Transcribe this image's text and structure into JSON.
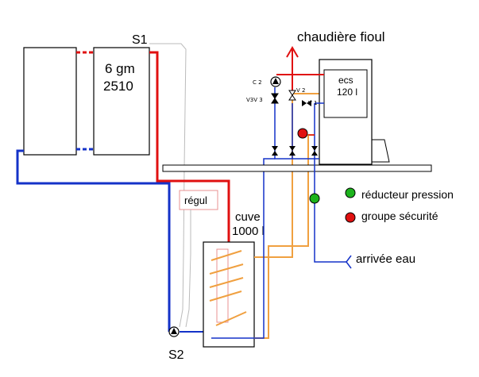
{
  "collectors": {
    "label_line1": "6 gm",
    "label_line2": "2510"
  },
  "sensor_s1": "S1",
  "sensor_s2": "S2",
  "controller": "régul",
  "tank": {
    "label_line1": "cuve",
    "label_line2": "1000 l"
  },
  "boiler": {
    "title": "chaudière fioul",
    "ecs_line1": "ecs",
    "ecs_line2": "120 l"
  },
  "valves": {
    "c2": "C 2",
    "v2": "V 2",
    "v1": "V 1",
    "v3v3": "V3V 3"
  },
  "legend": [
    {
      "label": "réducteur pression",
      "color": "#1db31d"
    },
    {
      "label": "groupe sécurité",
      "color": "#e01010"
    }
  ],
  "water_inlet": "arrivée eau",
  "colors": {
    "hot": "#e01010",
    "cold": "#1432c8",
    "orange": "#f0a040",
    "grey": "#999999"
  }
}
